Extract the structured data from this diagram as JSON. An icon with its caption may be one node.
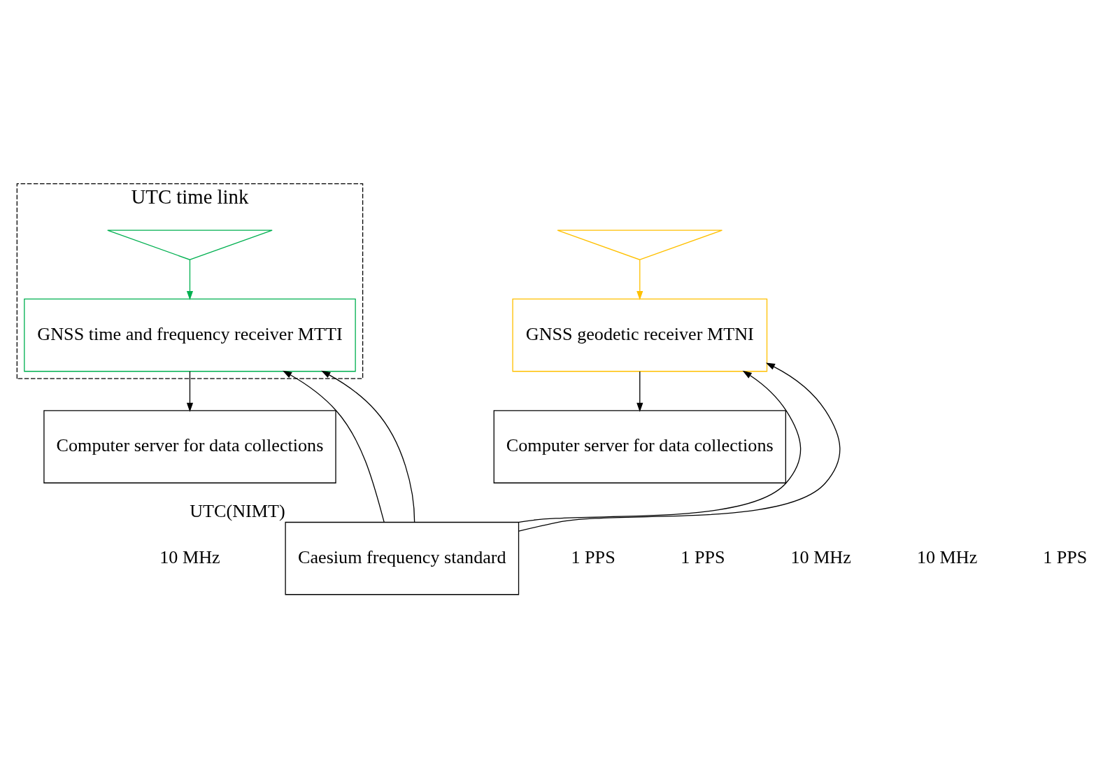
{
  "diagram": {
    "nodes": [
      {
        "text": [
          "UTC time link"
        ]
      },
      {
        "text": [],
        "shape": "triangle",
        "in": 0
      },
      {
        "text": [
          "GNSS time and frequency receiver MTTI"
        ],
        "in": 0
      },
      {
        "text": [],
        "shape": "triangle"
      },
      {
        "text": [
          "GNSS geodetic receiver MTNI"
        ]
      },
      {
        "text": [
          "Computer server for data collections"
        ]
      },
      {
        "text": [
          "Computer server for data collections"
        ]
      },
      {
        "text": [
          "Caesium frequency standard"
        ],
        "beside": [
          "UTC(NIMT)"
        ]
      }
    ],
    "edges": [
      {
        "from": 1,
        "to": 2,
        "arrow": "to",
        "color": "#00b050"
      },
      {
        "from": 3,
        "to": 4,
        "arrow": "to",
        "color": "#ffc000"
      },
      {
        "from": 2,
        "to": 5,
        "arrow": "to"
      },
      {
        "from": 4,
        "to": 6,
        "arrow": "to"
      },
      {
        "from": 7,
        "to": 2,
        "arrow": "to"
      },
      {
        "from": 7,
        "to": 4,
        "arrow": "to"
      },
      {
        "from": 7,
        "to": 2,
        "arrow": "to"
      },
      {
        "from": 7,
        "to": 4,
        "arrow": "to"
      }
    ],
    "labels": [
      "10 MHz",
      "1 PPS",
      "1 PPS",
      "10 MHz",
      "10 MHz",
      "1 PPS"
    ]
  }
}
